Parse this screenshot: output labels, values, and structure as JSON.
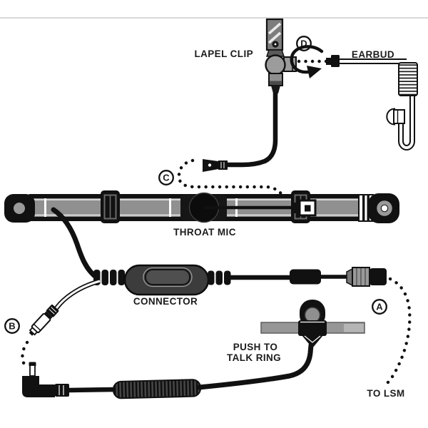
{
  "diagram": {
    "type": "equipment-diagram",
    "subject": "Throat microphone headset assembly",
    "labels": {
      "lapel_clip": "LAPEL CLIP",
      "earbud": "EARBUD",
      "throat_mic": "THROAT MIC",
      "connector": "CONNECTOR",
      "push_to_talk_line1": "PUSH TO",
      "push_to_talk_line2": "TALK RING",
      "to_lsm": "TO LSM"
    },
    "callouts": {
      "a": "A",
      "b": "B",
      "c": "C",
      "d": "D"
    },
    "parts": [
      "lapel-clip",
      "earbud-acoustic-tube",
      "throat-mic-neckband",
      "inline-connector",
      "push-to-talk-ring",
      "right-angle-plug",
      "barrel-plug",
      "radio-plug",
      "coiled-cable",
      "ferrite-bead"
    ],
    "colors": {
      "line": "#111111",
      "band_gray": "#909090",
      "knob_gray": "#9c9c9c",
      "connector_body": "#3c3c3c",
      "bar_gray": "#969696",
      "bar_light": "#b5b5b5",
      "top_divider": "#d8d8d8",
      "background": "#ffffff"
    }
  }
}
